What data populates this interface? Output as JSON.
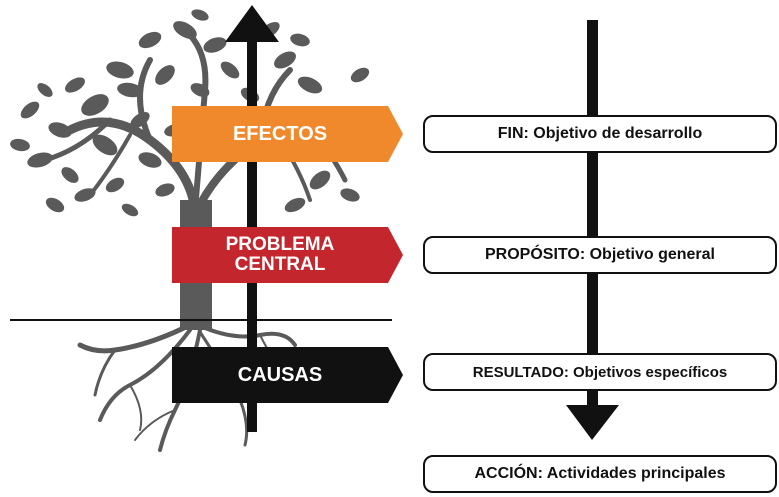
{
  "problem_tree": {
    "effects_label": "EFECTOS",
    "problem_label_line1": "PROBLEMA",
    "problem_label_line2": "CENTRAL",
    "causes_label": "CAUSAS",
    "colors": {
      "effects": "#F0892B",
      "problem": "#C4262E",
      "causes": "#111111",
      "tree": "#5a5a5a"
    }
  },
  "objectives": {
    "levels": [
      {
        "label": "FIN: Objetivo de desarrollo"
      },
      {
        "label": "PROPÓSITO: Objetivo general"
      },
      {
        "label": "RESULTADO: Objetivos específicos"
      },
      {
        "label": "ACCIÓN: Actividades principales"
      }
    ]
  }
}
